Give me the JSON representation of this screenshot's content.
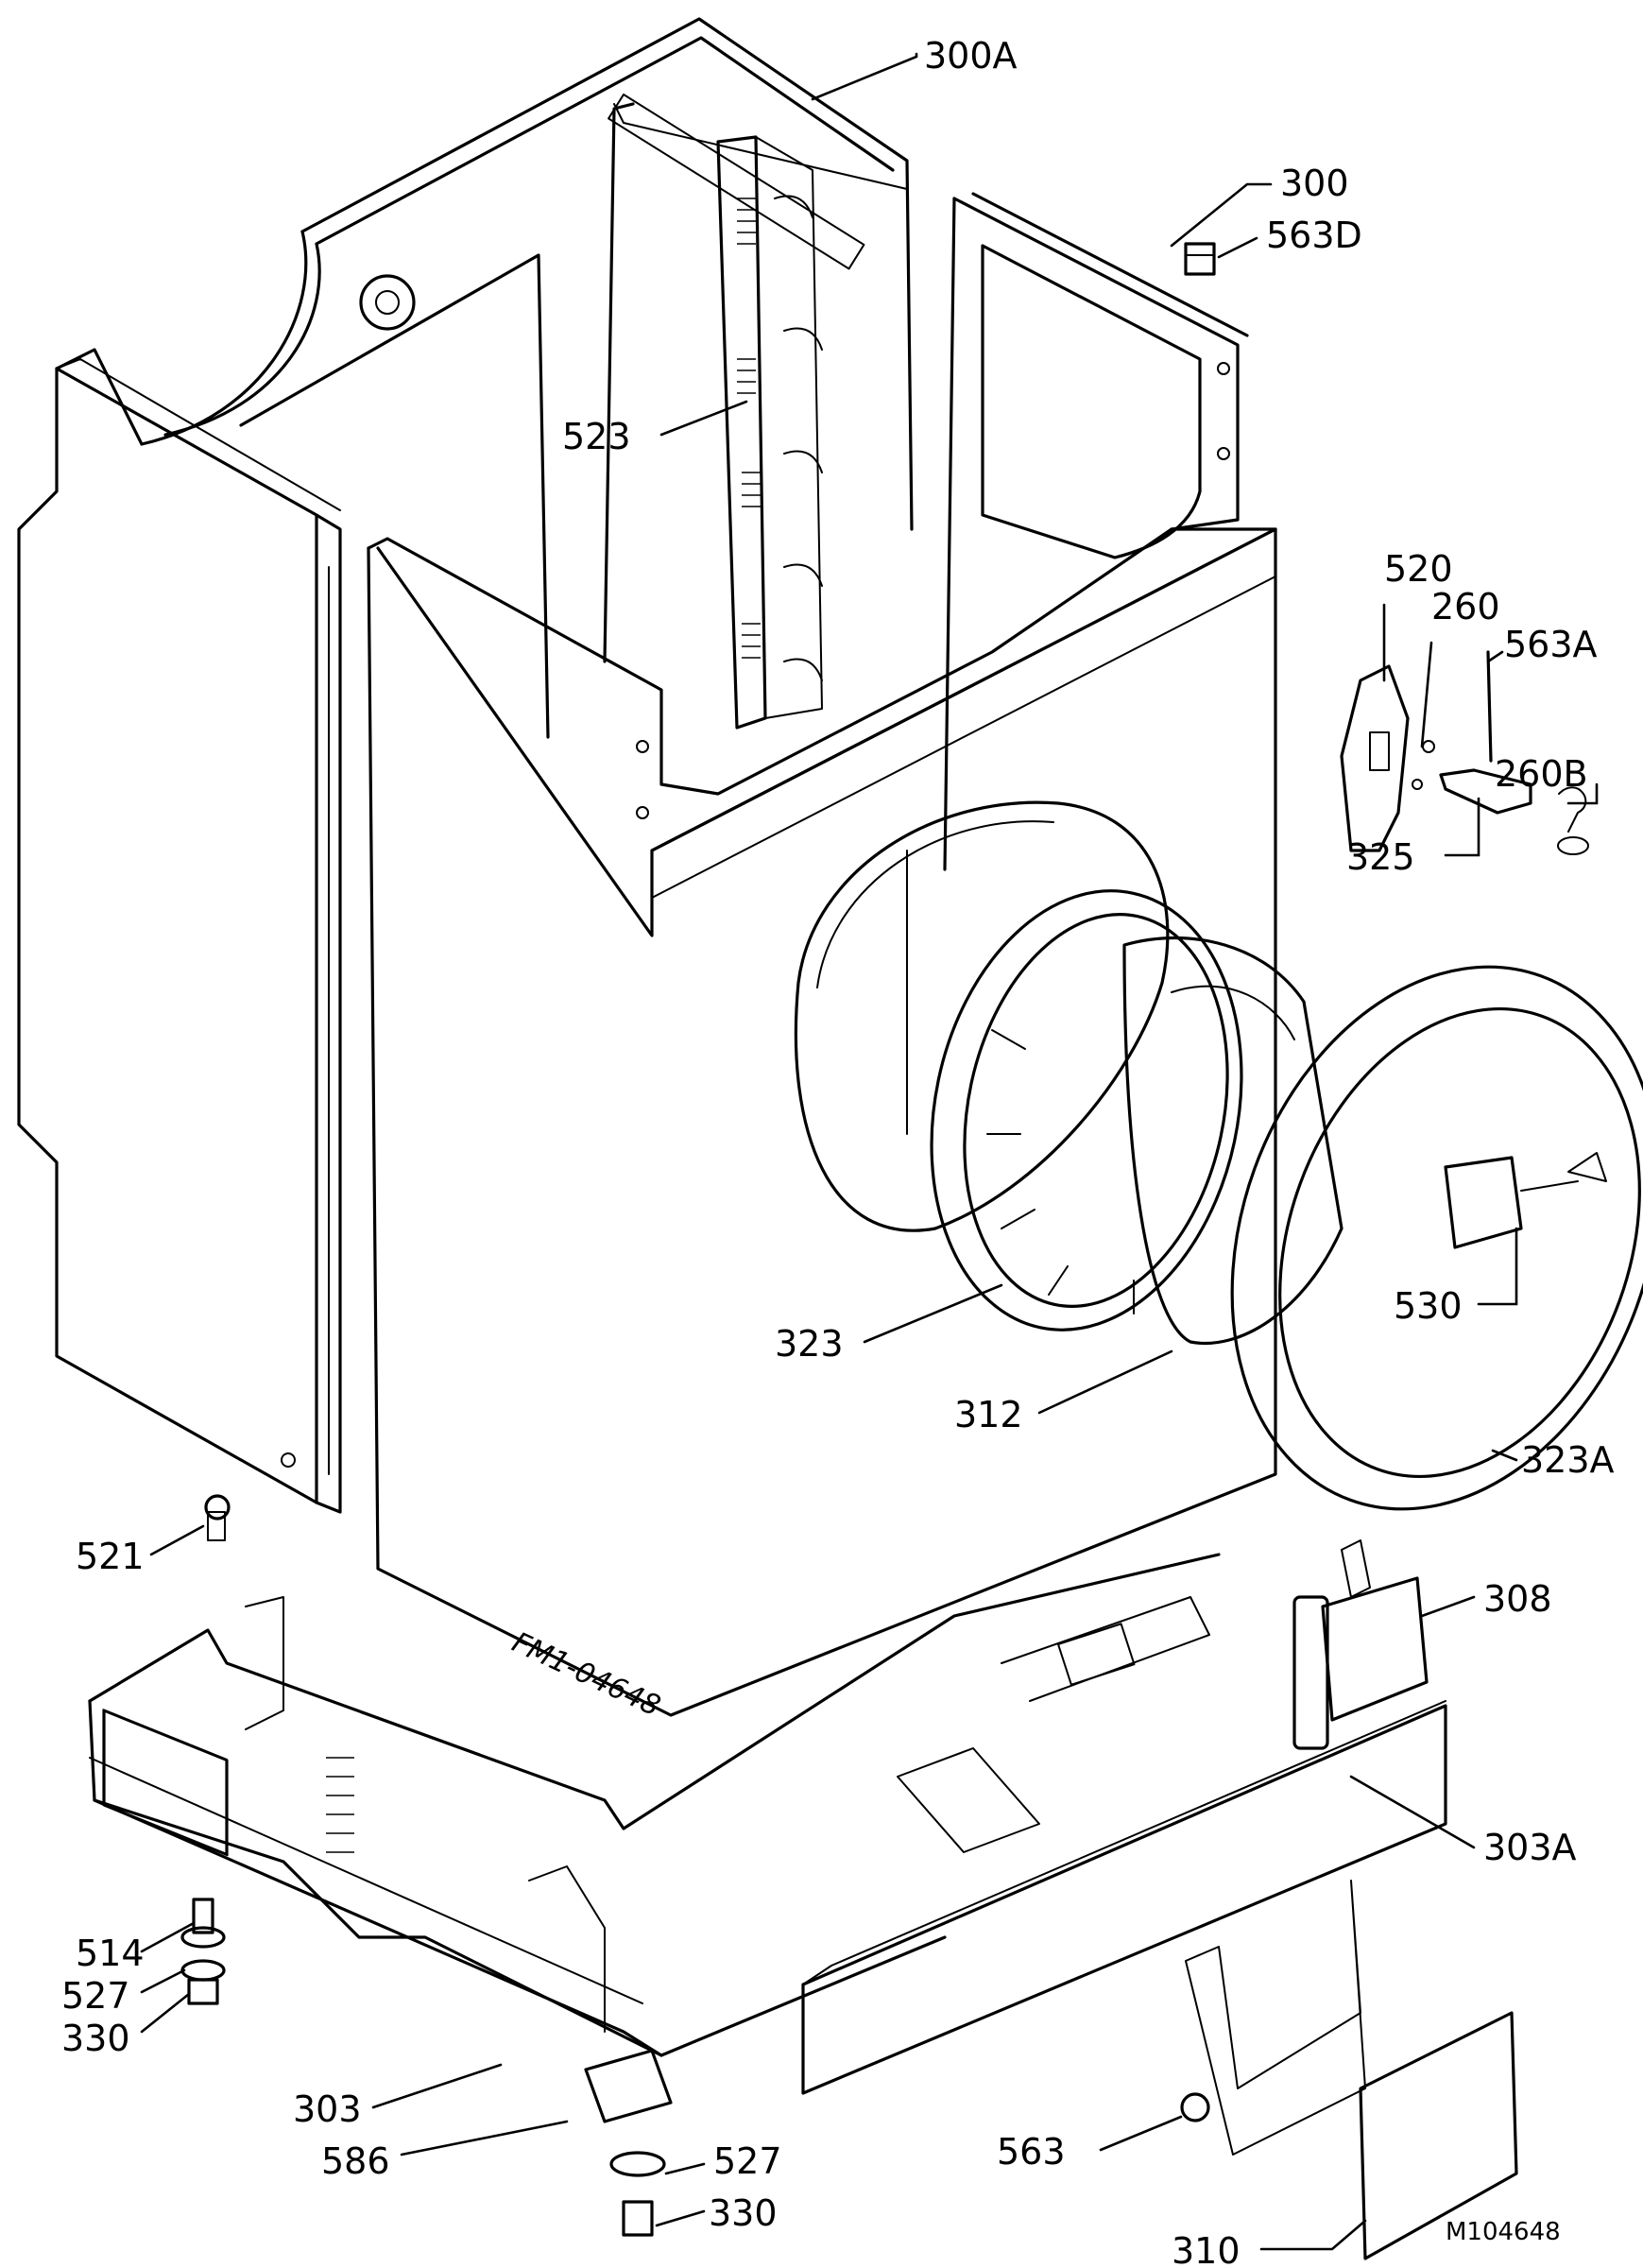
{
  "diagram": {
    "drawing_id": "M104648",
    "handwritten_note": "FM1-04648",
    "callouts": [
      {
        "id": "c300A",
        "label": "300A"
      },
      {
        "id": "c300",
        "label": "300"
      },
      {
        "id": "c563D",
        "label": "563D"
      },
      {
        "id": "c523",
        "label": "523"
      },
      {
        "id": "c520",
        "label": "520"
      },
      {
        "id": "c260",
        "label": "260"
      },
      {
        "id": "c563A",
        "label": "563A"
      },
      {
        "id": "c260B",
        "label": "260B"
      },
      {
        "id": "c325",
        "label": "325"
      },
      {
        "id": "c530",
        "label": "530"
      },
      {
        "id": "c323",
        "label": "323"
      },
      {
        "id": "c312",
        "label": "312"
      },
      {
        "id": "c323A",
        "label": "323A"
      },
      {
        "id": "c521",
        "label": "521"
      },
      {
        "id": "c308",
        "label": "308"
      },
      {
        "id": "c303A",
        "label": "303A"
      },
      {
        "id": "c514",
        "label": "514"
      },
      {
        "id": "c527a",
        "label": "527"
      },
      {
        "id": "c330a",
        "label": "330"
      },
      {
        "id": "c303",
        "label": "303"
      },
      {
        "id": "c586",
        "label": "586"
      },
      {
        "id": "c527b",
        "label": "527"
      },
      {
        "id": "c330b",
        "label": "330"
      },
      {
        "id": "c563",
        "label": "563"
      },
      {
        "id": "c310",
        "label": "310"
      }
    ]
  }
}
